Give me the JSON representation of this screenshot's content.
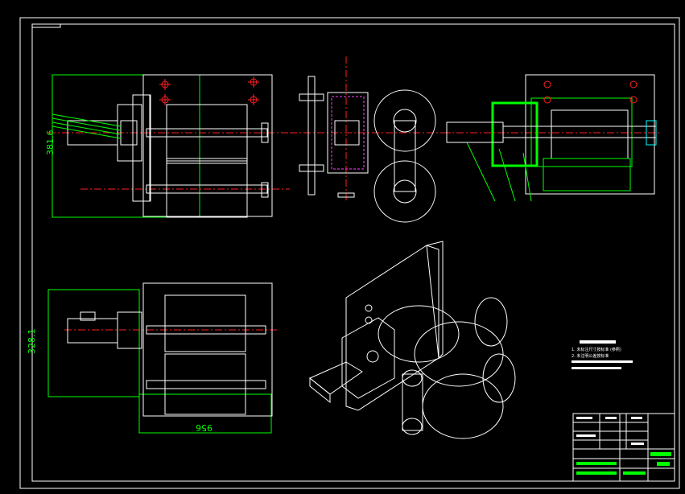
{
  "drawing": {
    "colors": {
      "background": "#000000",
      "outline": "#ffffff",
      "dimension": "#00ff00",
      "centerline": "#ff2020",
      "hidden": "#ff40ff"
    },
    "views": {
      "front": {
        "height_dim": "381.6"
      },
      "bottom": {
        "height_dim": "328.1",
        "width_dim": "956"
      },
      "side": {},
      "section": {},
      "isometric": {}
    },
    "notes": {
      "line1": "1. 未标注尺寸按标准 (参照)",
      "line2": "2. 未注明公差按标准"
    }
  }
}
